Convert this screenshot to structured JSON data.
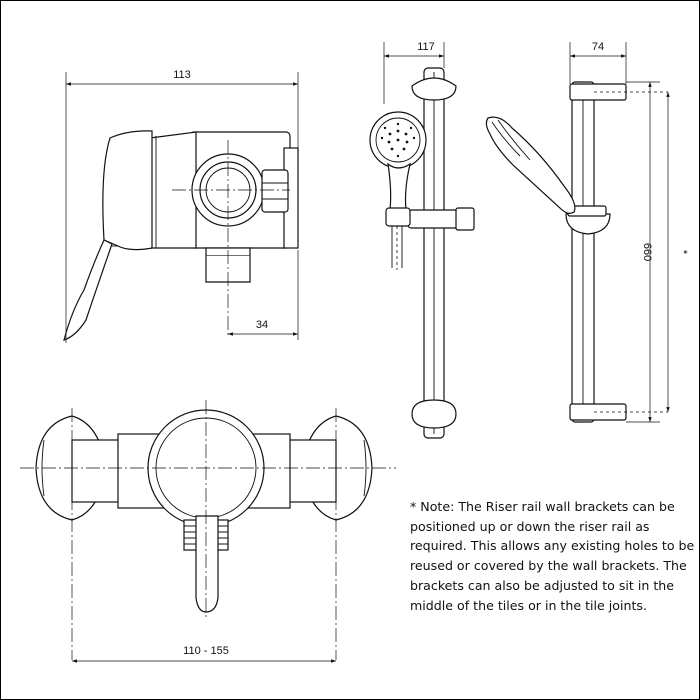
{
  "dimensions": {
    "valve_depth": "113",
    "outlet_offset": "34",
    "valve_width": "110 - 155",
    "rail_front_depth": "117",
    "rail_side_depth": "74",
    "rail_height": "660",
    "asterisk": "*"
  },
  "note": "* Note: The Riser rail wall brackets can be positioned up or down the riser rail as required. This allows any existing holes to be reused or covered by the wall brackets. The brackets can also be adjusted to sit in the middle of the tiles or in the tile joints.",
  "colors": {
    "line": "#111111",
    "background": "#ffffff"
  }
}
